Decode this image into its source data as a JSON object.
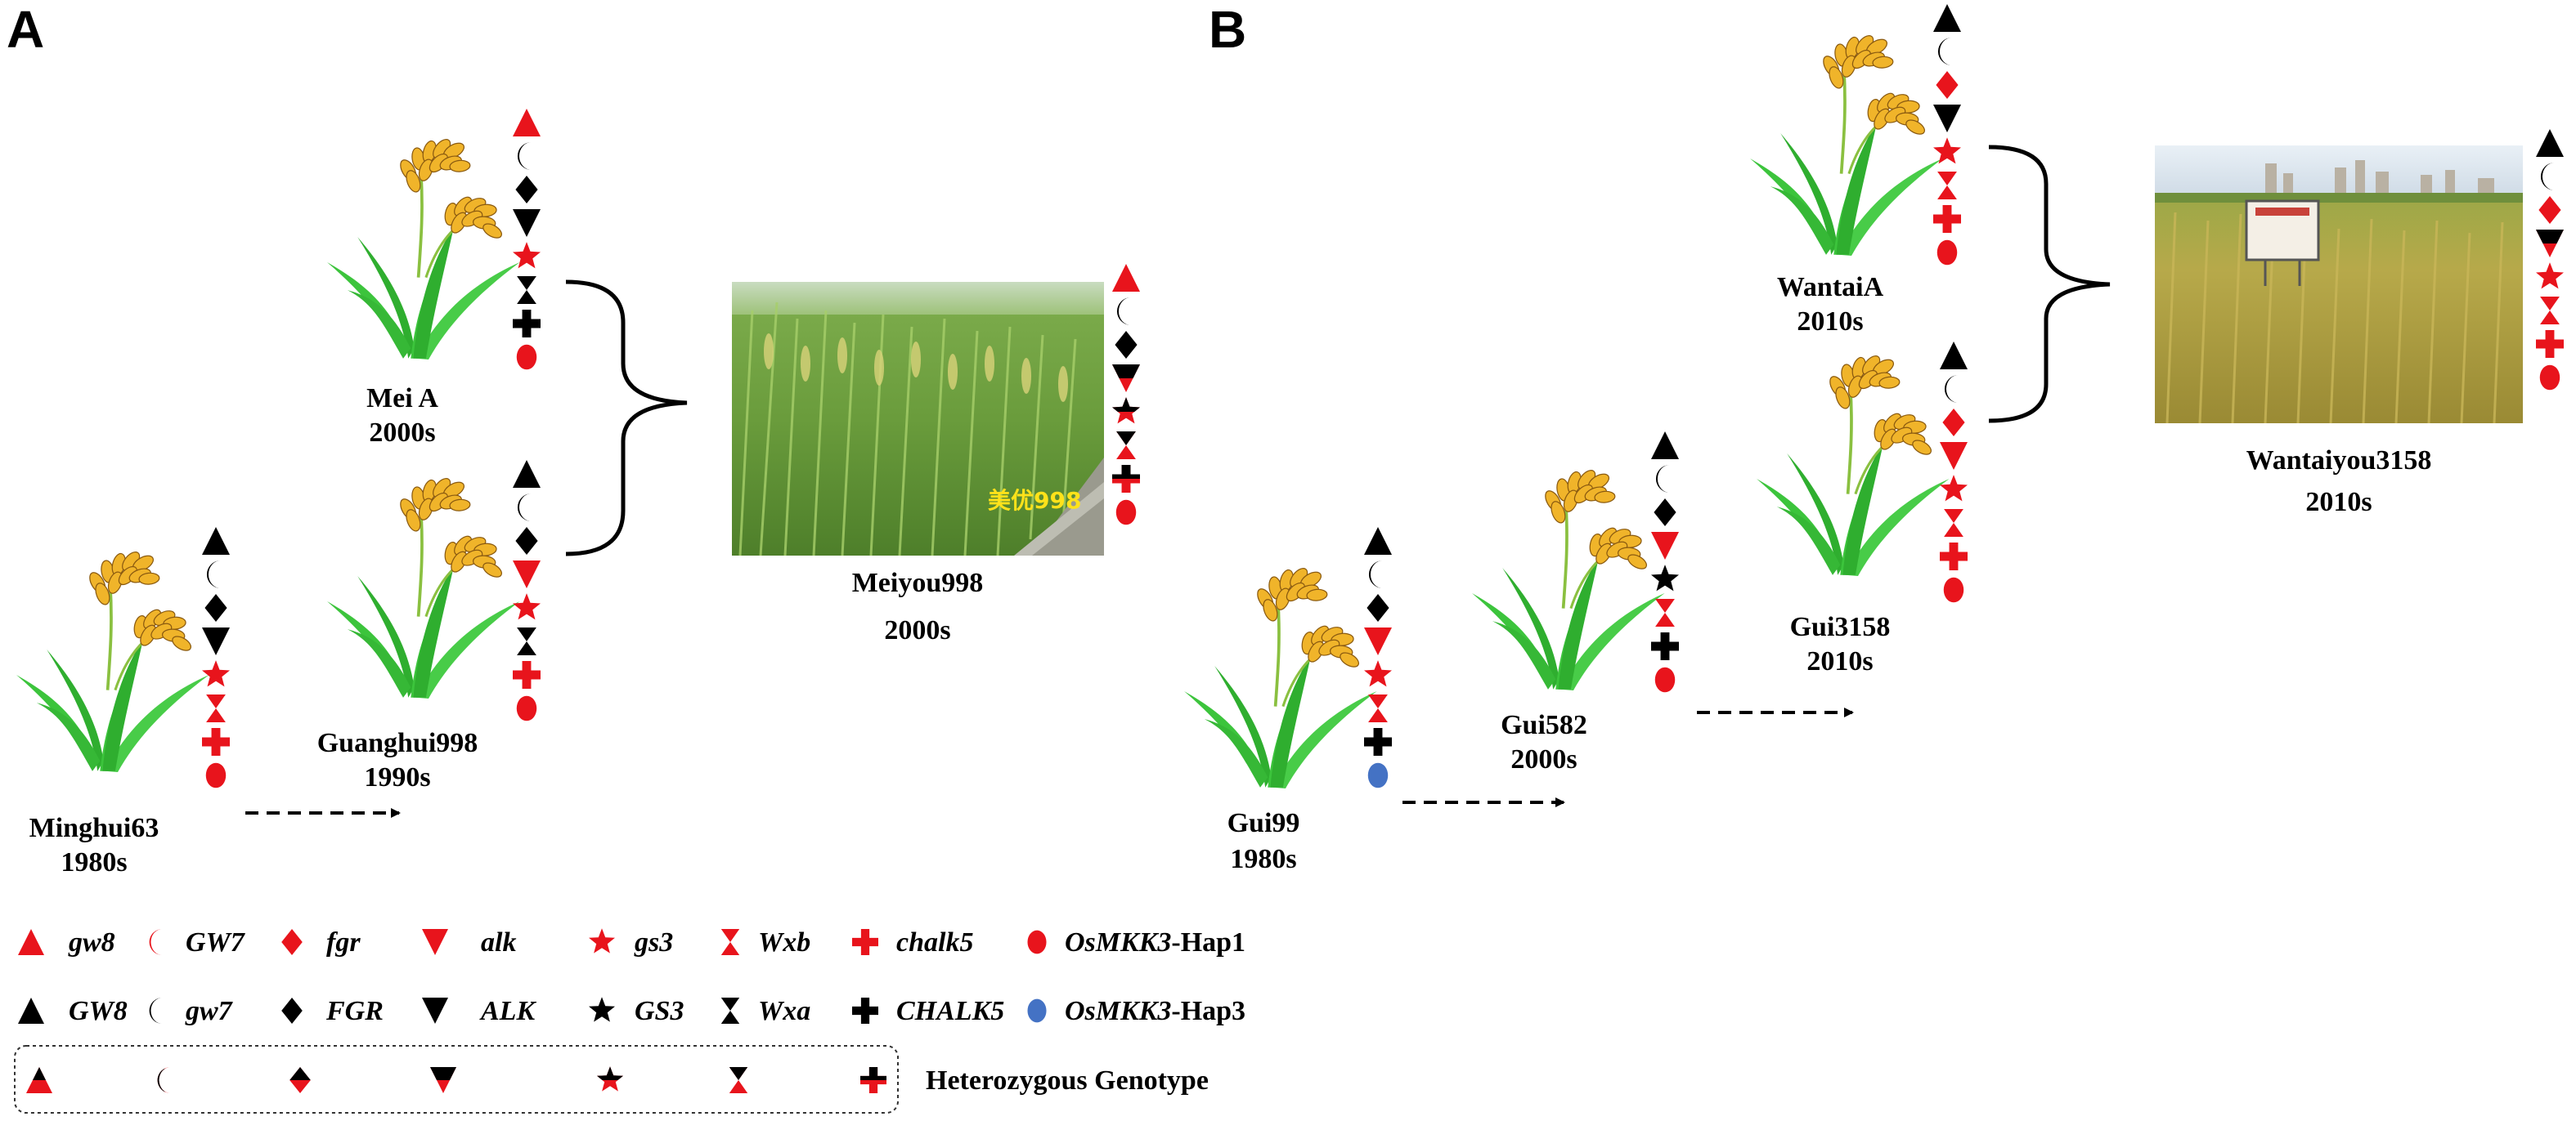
{
  "panels": {
    "A": {
      "letter": "A",
      "varieties": {
        "minghui63": {
          "name": "Minghui63",
          "era": "1980s"
        },
        "guanghui998": {
          "name": "Guanghui998",
          "era": "1990s"
        },
        "meiA": {
          "name": "Mei A",
          "era": "2000s"
        },
        "meiyou998": {
          "name": "Meiyou998",
          "era": "2000s",
          "photo_caption": "美优998"
        }
      }
    },
    "B": {
      "letter": "B",
      "varieties": {
        "gui99": {
          "name": "Gui99",
          "era": "1980s"
        },
        "gui582": {
          "name": "Gui582",
          "era": "2000s"
        },
        "gui3158": {
          "name": "Gui3158",
          "era": "2010s"
        },
        "wantaiA": {
          "name": "WantaiA",
          "era": "2010s"
        },
        "wantaiyou3158": {
          "name": "Wantaiyou3158",
          "era": "2010s"
        }
      }
    }
  },
  "legend": {
    "row1": [
      {
        "symbol": "triangle-up",
        "color": "red",
        "gene": "gw8"
      },
      {
        "symbol": "crescent",
        "color": "red",
        "gene": "GW7"
      },
      {
        "symbol": "diamond",
        "color": "red",
        "gene": "fgr"
      },
      {
        "symbol": "triangle-down",
        "color": "red",
        "gene": "alk"
      },
      {
        "symbol": "star",
        "color": "red",
        "gene": "gs3"
      },
      {
        "symbol": "hourglass",
        "color": "red",
        "gene": "Wxb"
      },
      {
        "symbol": "cross",
        "color": "red",
        "gene": "chalk5"
      },
      {
        "symbol": "ellipse",
        "color": "red",
        "gene": "OsMKK3",
        "suffix": "-Hap1"
      }
    ],
    "row2": [
      {
        "symbol": "triangle-up",
        "color": "black",
        "gene": "GW8"
      },
      {
        "symbol": "crescent",
        "color": "black",
        "gene": "gw7"
      },
      {
        "symbol": "diamond",
        "color": "black",
        "gene": "FGR"
      },
      {
        "symbol": "triangle-down",
        "color": "black",
        "gene": "ALK"
      },
      {
        "symbol": "star",
        "color": "black",
        "gene": "GS3"
      },
      {
        "symbol": "hourglass",
        "color": "black",
        "gene": "Wxa"
      },
      {
        "symbol": "cross",
        "color": "black",
        "gene": "CHALK5"
      },
      {
        "symbol": "ellipse",
        "color": "blue",
        "gene": "OsMKK3",
        "suffix": "-Hap3"
      }
    ],
    "heterozygous_label": "Heterozygous Genotype"
  },
  "colors": {
    "red": "#e8141c",
    "black": "#000000",
    "blue": "#4472c4",
    "leaf": "#3cc43c",
    "grain": "#f0b42a"
  }
}
